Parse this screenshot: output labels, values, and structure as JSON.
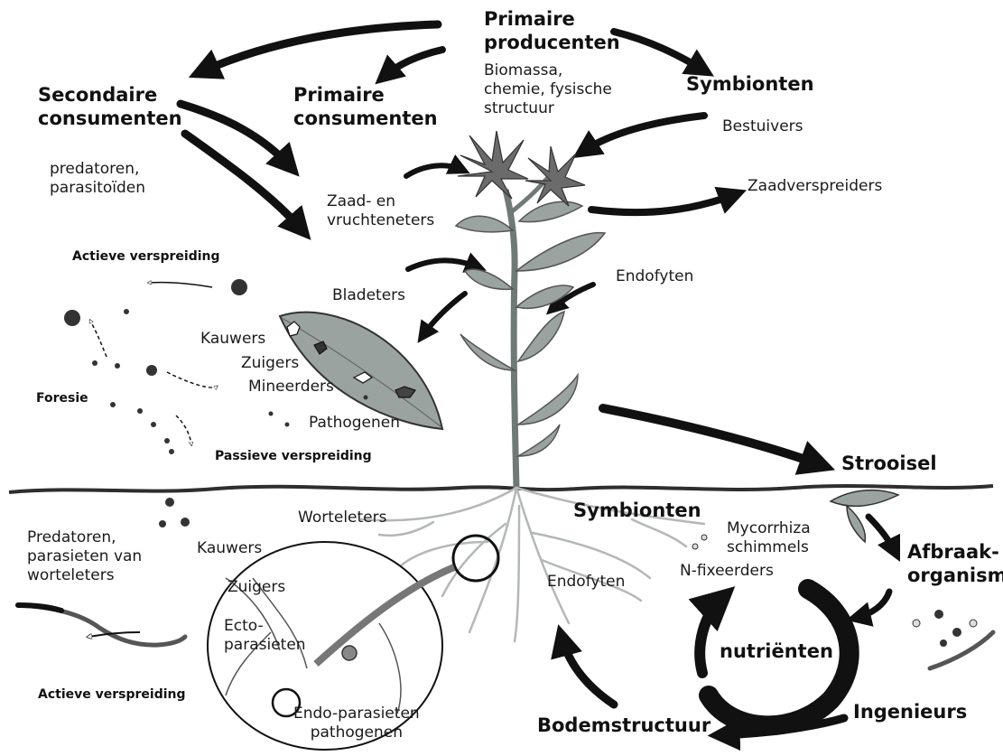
{
  "labels": {
    "primaire_producenten": "Primaire\nproducenten",
    "biomassa": "Biomassa,\nchemie, fysische\nstructuur",
    "secondaire_consumenten": "Secondaire\nconsumenten",
    "primaire_consumenten": "Primaire\nconsumenten",
    "symbionten_top": "Symbionten",
    "bestuivers": "Bestuivers",
    "predatoren_parasitoiden": "predatoren,\nparasitoïden",
    "zaad_vruchteneters": "Zaad- en\nvruchteneters",
    "zaadverspreiders": "Zaadverspreiders",
    "actieve_verspreiding_top": "Actieve verspreiding",
    "bladeters": "Bladeters",
    "endofyten_top": "Endofyten",
    "kauwers_top": "Kauwers",
    "zuigers_top": "Zuigers",
    "mineerders": "Mineerders",
    "pathogenen": "Pathogenen",
    "foresie": "Foresie",
    "passieve_verspreiding": "Passieve verspreiding",
    "strooisel": "Strooisel",
    "symbionten_bottom": "Symbionten",
    "mycorrhiza": "Mycorrhiza\nschimmels",
    "n_fixeerders": "N-fixeerders",
    "worteleters": "Worteleters",
    "afbraak_organismen": "Afbraak-\norganismen",
    "predatoren_parasieten": "Predatoren,\nparasieten van\nworteleters",
    "kauwers_bottom": "Kauwers",
    "zuigers_bottom": "Zuigers",
    "endofyten_bottom": "Endofyten",
    "ecto_parasieten": "Ecto-\nparasieten",
    "nutrienten": "nutriënten",
    "actieve_verspreiding_bottom": "Actieve verspreiding",
    "endo_parasieten": "Endo-parasieten\npathogenen",
    "bodemstructuur": "Bodemstructuur",
    "ingenieurs": "Ingenieurs"
  },
  "colors": {
    "ink": "#111111",
    "plant_green": "#9aa3a0",
    "plant_dark": "#6f7a76",
    "flower": "#6b6b6b",
    "root": "#b3b8b6",
    "soil_line": "#2e2e2e"
  },
  "icons": [
    "flower-icon",
    "insect-icon",
    "leaf-icon",
    "root-icon",
    "worm-icon",
    "magnifier-circle-icon"
  ]
}
